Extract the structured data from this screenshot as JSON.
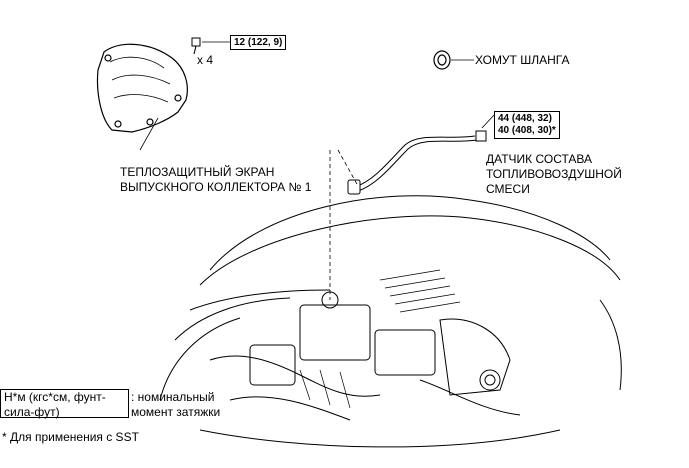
{
  "torque": {
    "bolt": "12 (122, 9)",
    "sensor_1": "44 (448, 32)",
    "sensor_2": "40 (408, 30)*"
  },
  "labels": {
    "qty": "x 4",
    "hose_clamp": "ХОМУТ ШЛАНГА",
    "heat_shield_line1": "ТЕПЛОЗАЩИТНЫЙ ЭКРАН",
    "heat_shield_line2": "ВЫПУСКНОГО КОЛЛЕКТОРА № 1",
    "sensor_line1": "ДАТЧИК СОСТАВА",
    "sensor_line2": "ТОПЛИВОВОЗДУШНОЙ",
    "sensor_line3": "СМЕСИ"
  },
  "legend": {
    "unit_line1": "Н*м (кгс*см, фунт-",
    "unit_line2": "сила-фут)",
    "desc_line1": ": номинальный",
    "desc_line2": "момент затяжки",
    "footnote": "* Для применения с SST"
  }
}
